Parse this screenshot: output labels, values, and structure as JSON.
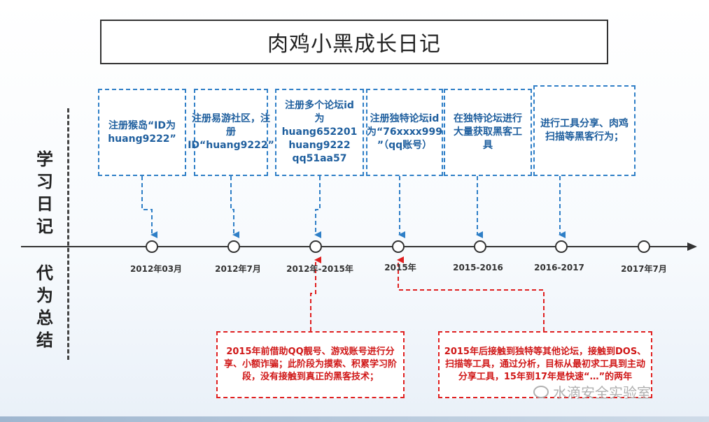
{
  "title": "肉鸡小黑成长日记",
  "side_labels": {
    "top": "学习日记",
    "bottom": "代为总结"
  },
  "timeline": {
    "dates": [
      "2012年03月",
      "2012年7月",
      "2012年-2015年",
      "2015年",
      "2015-2016",
      "2016-2017",
      "2017年7月"
    ]
  },
  "blue_boxes": [
    "注册猴岛“ID为huang9222”",
    "注册易游社区，注册ID“huang9222”",
    "注册多个论坛id为huang652201 huang9222 qq51aa57",
    "注册独特论坛id为“76xxxx999 ”（qq账号）",
    "在独特论坛进行大量获取黑客工具",
    "进行工具分享、肉鸡扫描等黑客行为；"
  ],
  "red_boxes": [
    "2015年前借助QQ靓号、游戏账号进行分享、小额诈骗；此阶段为摸索、积累学习阶段，没有接触到真正的黑客技术；",
    "2015年后接触到独特等其他论坛，接触到DOS、扫描等工具，通过分析，目标从最初求工具到主动分享工具，15年到17年是快速“…”的两年"
  ],
  "watermark": "水滴安全实验室",
  "colors": {
    "blue": "#2f7fc7",
    "red": "#e02020",
    "axis": "#333333"
  }
}
